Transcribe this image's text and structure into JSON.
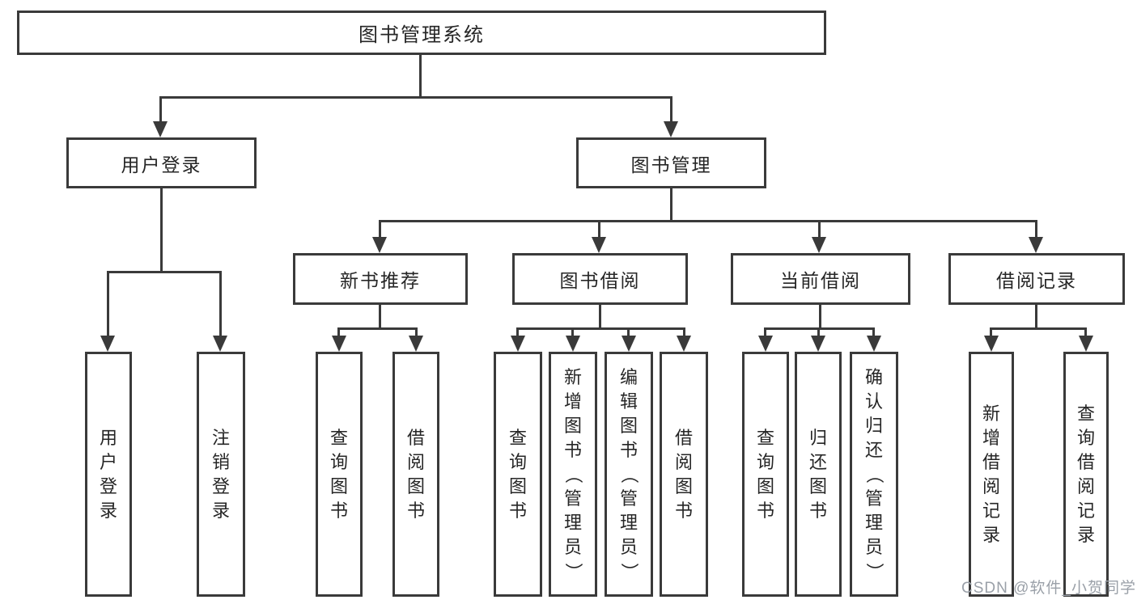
{
  "diagram": {
    "root": {
      "label": "图书管理系统"
    },
    "level2": [
      {
        "label": "用户登录"
      },
      {
        "label": "图书管理"
      }
    ],
    "level3": [
      {
        "label": "新书推荐"
      },
      {
        "label": "图书借阅"
      },
      {
        "label": "当前借阅"
      },
      {
        "label": "借阅记录"
      }
    ],
    "leaves": [
      {
        "label": "用户登录"
      },
      {
        "label": "注销登录"
      },
      {
        "label": "查询图书"
      },
      {
        "label": "借阅图书"
      },
      {
        "label": "查询图书"
      },
      {
        "label": "新增图书（管理员）"
      },
      {
        "label": "编辑图书（管理员）"
      },
      {
        "label": "借阅图书"
      },
      {
        "label": "查询图书"
      },
      {
        "label": "归还图书"
      },
      {
        "label": "确认归还（管理员）"
      },
      {
        "label": "新增借阅记录"
      },
      {
        "label": "查询借阅记录"
      }
    ],
    "colors": {
      "line": "#3a3a3a",
      "text": "#262626",
      "background": "#ffffff"
    }
  },
  "watermark": {
    "text": "CSDN @软件_小贺同学",
    "color": "#9aa0a8"
  }
}
